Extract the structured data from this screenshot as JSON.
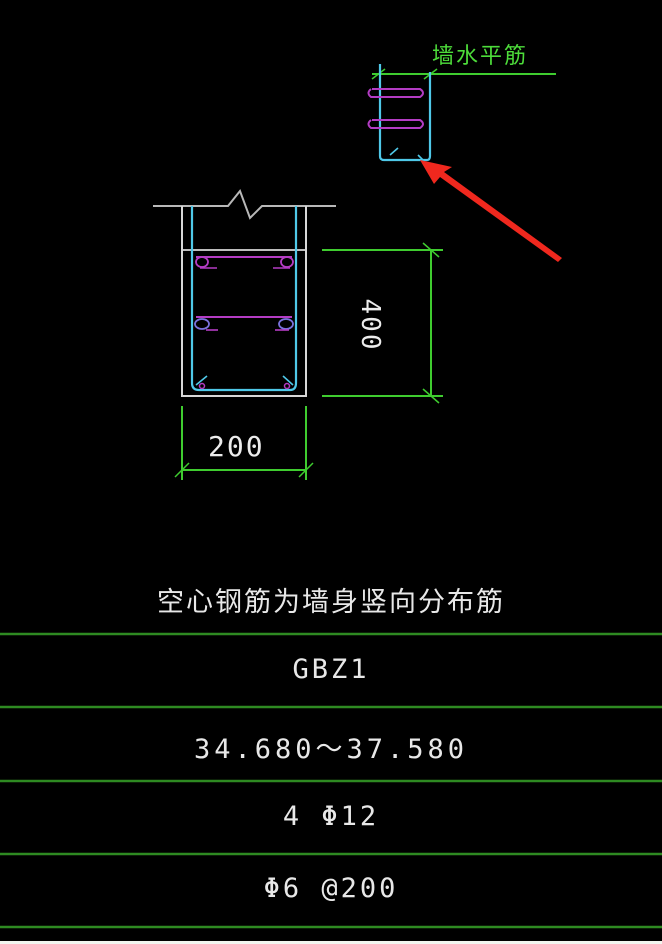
{
  "drawing": {
    "callout_label": "墙水平筋",
    "dimension_width": "200",
    "dimension_height": "400",
    "colors": {
      "background": "#000000",
      "dimension_green": "#3fcc2f",
      "table_line_green": "#2e8a22",
      "rebar_cyan": "#4fc8e8",
      "stirrup_magenta": "#c03cc8",
      "outline_white": "#d8d8d8",
      "arrow_red": "#f0281e",
      "text_white": "#e8e8e8"
    }
  },
  "table": {
    "title": "空心钢筋为墙身竖向分布筋",
    "rows": [
      {
        "label": "GBZ1"
      },
      {
        "label": "34.680～37.580"
      },
      {
        "label": "4 Φ12"
      },
      {
        "label": "Φ6 @200"
      }
    ]
  }
}
